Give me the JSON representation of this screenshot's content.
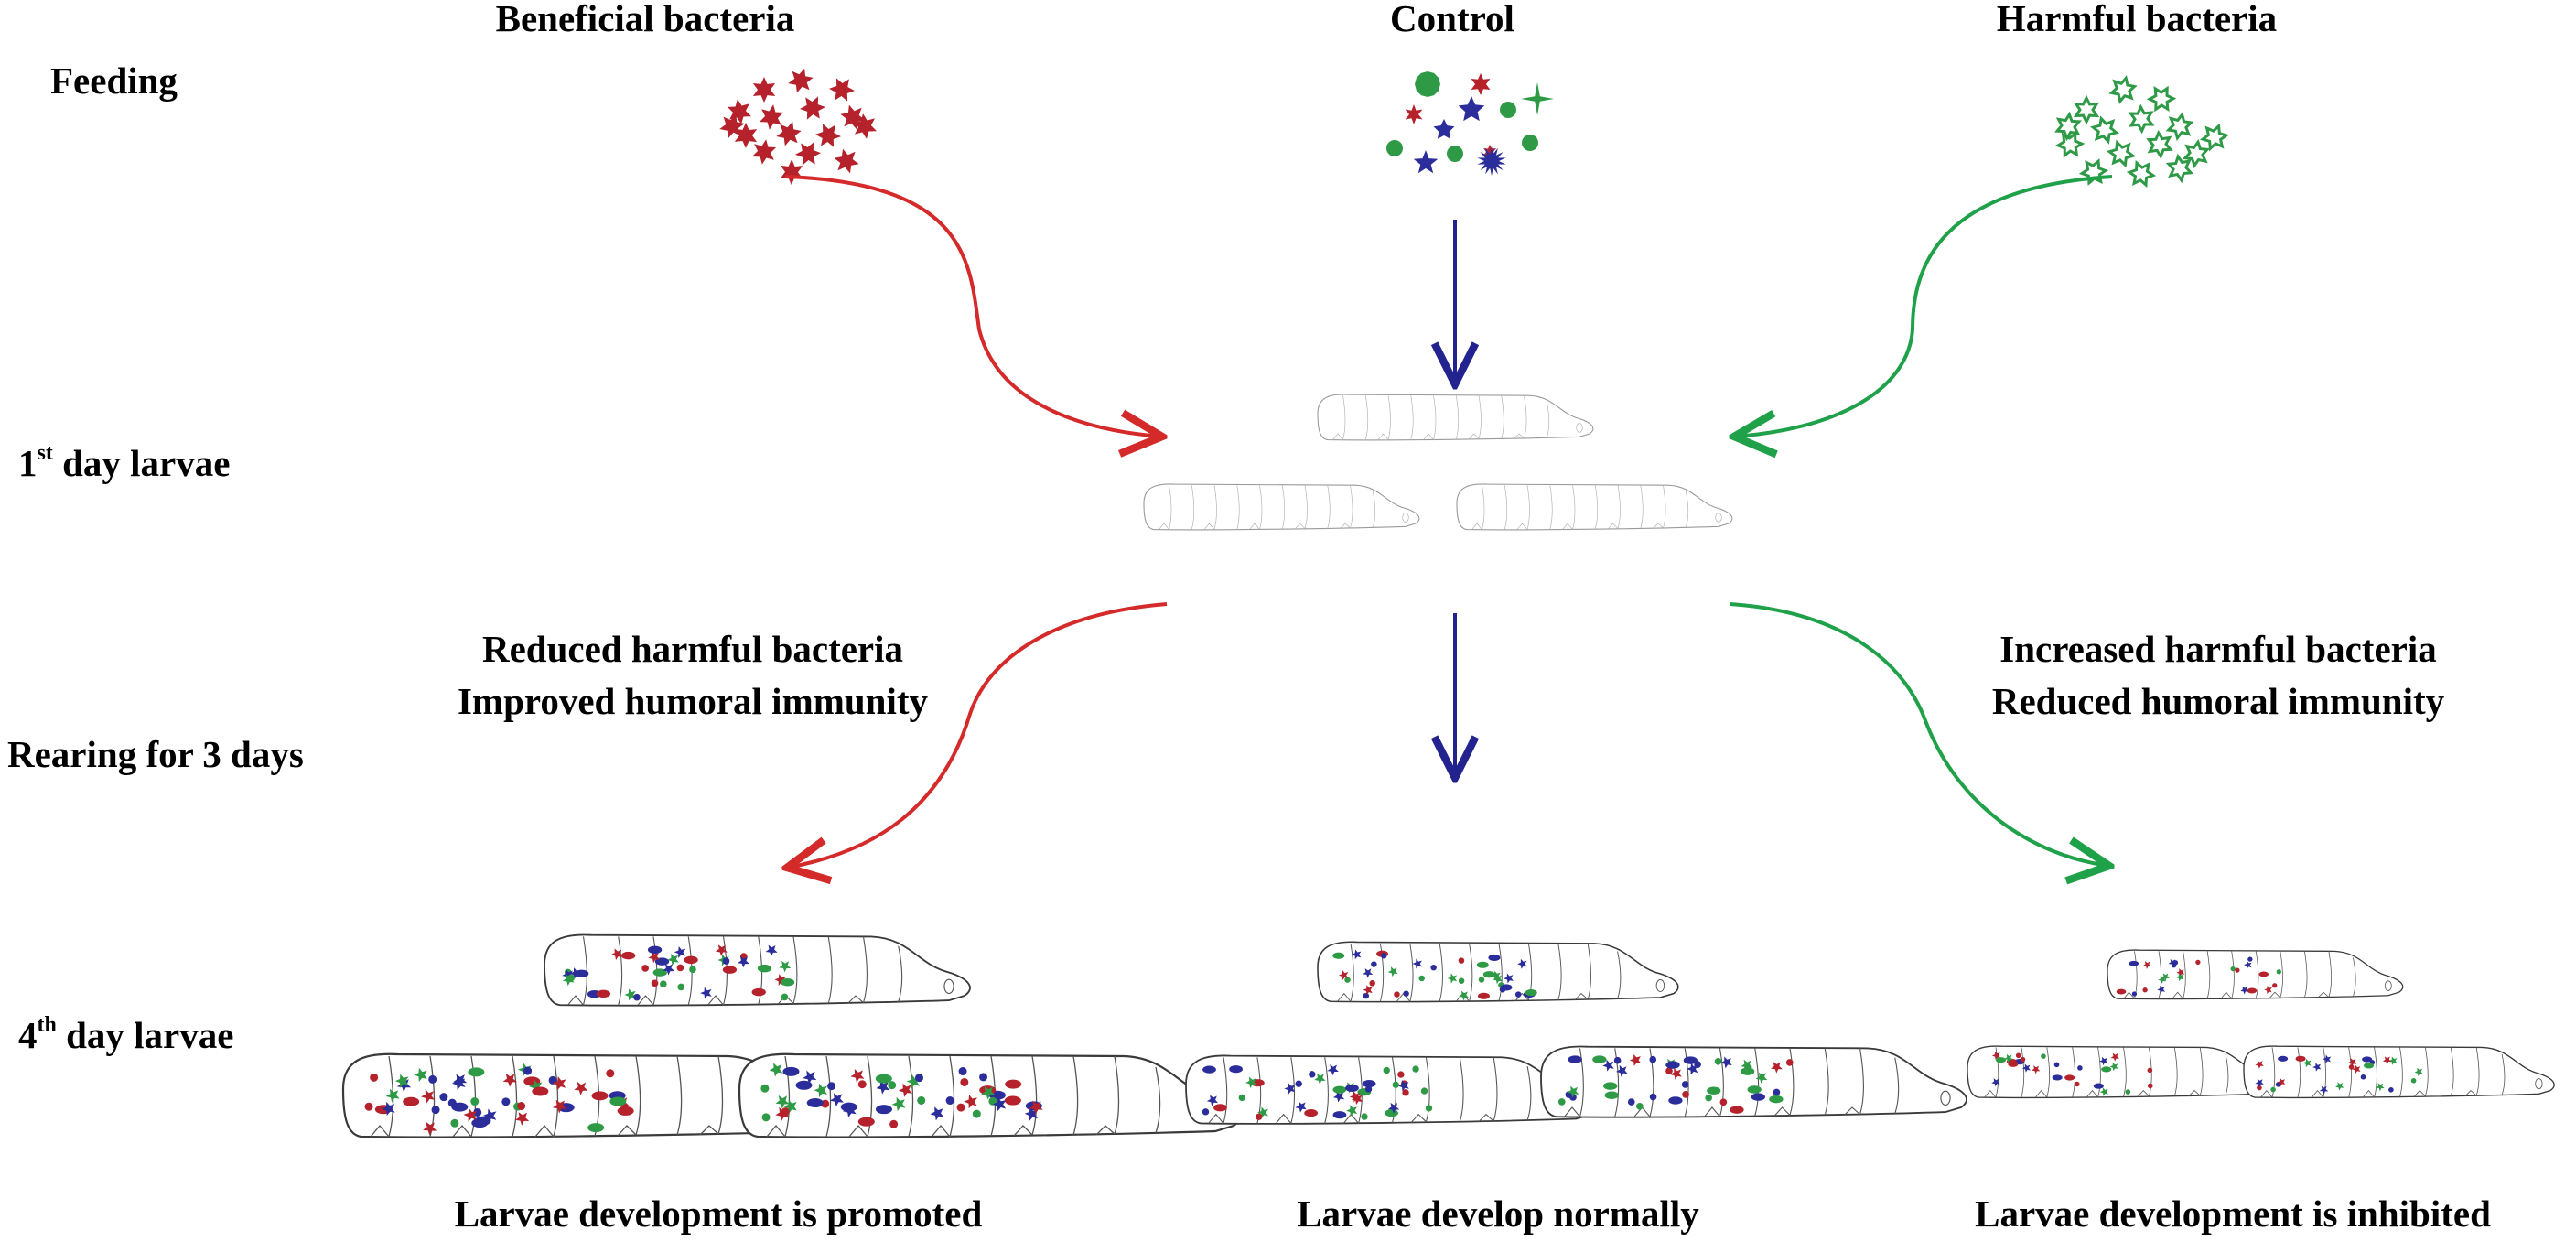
{
  "columns": {
    "beneficial": "Beneficial bacteria",
    "control": "Control",
    "harmful": "Harmful bacteria"
  },
  "rows": {
    "feeding": "Feeding",
    "day1_prefix": "1",
    "day1_sup": "st",
    "day1_suffix": " day larvae",
    "rearing": "Rearing for 3 days",
    "day4_prefix": "4",
    "day4_sup": "th",
    "day4_suffix": " day larvae"
  },
  "effects": {
    "beneficial_line1": "Reduced harmful bacteria",
    "beneficial_line2": "Improved humoral immunity",
    "harmful_line1": "Increased harmful bacteria",
    "harmful_line2": "Reduced humoral immunity"
  },
  "outcomes": {
    "beneficial": "Larvae development is promoted",
    "control": "Larvae develop normally",
    "harmful": "Larvae development is inhibited"
  },
  "colors": {
    "beneficial": "#d42a2a",
    "control": "#23238f",
    "harmful": "#1fa14a",
    "bacteria_red": "#b5222b",
    "bacteria_blue": "#2b2d9a",
    "bacteria_green": "#2e9a46"
  }
}
